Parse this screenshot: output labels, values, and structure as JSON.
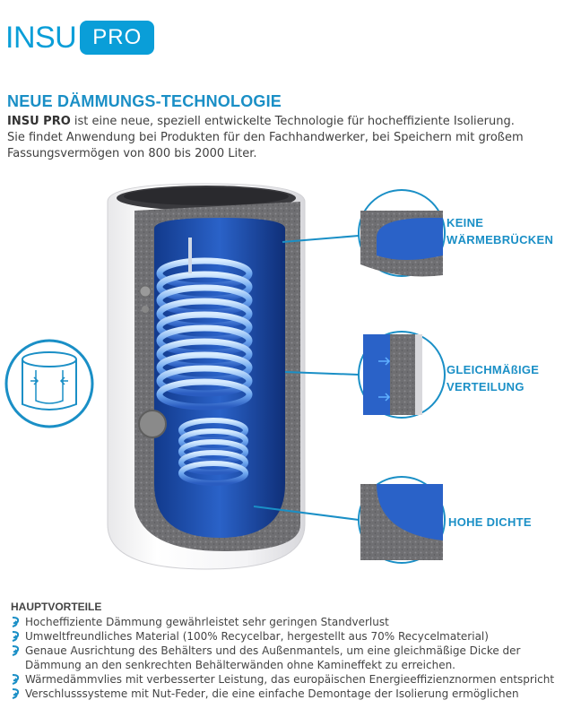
{
  "logo": {
    "part1": "INSU",
    "part2": "PRO"
  },
  "headline": "NEUE DÄMMUNGS-TECHNOLOGIE",
  "intro": {
    "brand": "INSU PRO",
    "line1_rest": " ist eine neue, speziell entwickelte Technologie für hocheffiziente Isolierung.",
    "line2": "Sie findet Anwendung bei Produkten für den Fachhandwerker, bei Speichern mit großem",
    "line3": "Fassungsvermögen von 800 bis 2000 Liter."
  },
  "callouts": [
    {
      "line1": "KEINE",
      "line2": "WÄRMEBRÜCKEN"
    },
    {
      "line1": "GLEICHMÄßIGE",
      "line2": "VERTEILUNG"
    },
    {
      "line1": "HOHE DICHTE"
    }
  ],
  "benefits": {
    "title": "HAUPTVORTEILE",
    "items": [
      "Hocheffiziente Dämmung gewährleistet sehr geringen Standverlust",
      "Umweltfreundliches Material (100% Recycelbar, hergestellt aus 70% Recycelmaterial)",
      "Genaue Ausrichtung des Behälters und des Außenmantels, um eine gleichmäßige Dicke der Dämmung an den senkrechten Behälterwänden ohne Kamineffekt zu erreichen.",
      "Wärmedämmvlies mit verbesserter Leistung, das europäischen Energieeffizienznormen entspricht",
      "Verschlusssysteme mit Nut-Feder, die eine einfache Demontage der Isolierung ermöglichen"
    ]
  },
  "colors": {
    "accent": "#1a8fc6",
    "logo": "#0a9ed8",
    "insulation": "#6e6e6e",
    "tank": "#2a5fc0"
  }
}
